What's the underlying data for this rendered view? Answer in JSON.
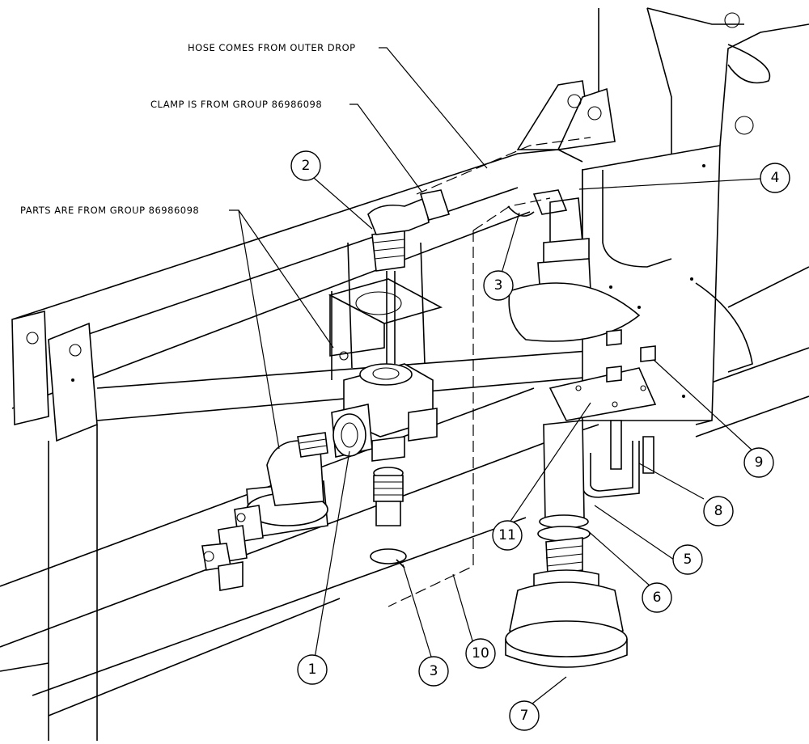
{
  "notes": {
    "hose": "HOSE COMES FROM OUTER DROP",
    "clamp": "CLAMP IS FROM GROUP 86986098",
    "parts": "PARTS ARE FROM GROUP 86986098"
  },
  "callouts": [
    {
      "id": "c1",
      "label": "1"
    },
    {
      "id": "c2",
      "label": "2"
    },
    {
      "id": "c3a",
      "label": "3"
    },
    {
      "id": "c3b",
      "label": "3"
    },
    {
      "id": "c4",
      "label": "4"
    },
    {
      "id": "c5",
      "label": "5"
    },
    {
      "id": "c6",
      "label": "6"
    },
    {
      "id": "c7",
      "label": "7"
    },
    {
      "id": "c8",
      "label": "8"
    },
    {
      "id": "c9",
      "label": "9"
    },
    {
      "id": "c10",
      "label": "10"
    },
    {
      "id": "c11",
      "label": "11"
    }
  ]
}
